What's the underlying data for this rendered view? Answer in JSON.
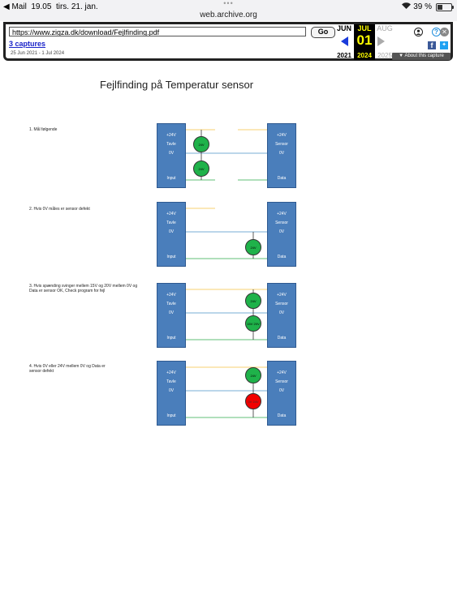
{
  "status_bar": {
    "back_app": "◀ Mail",
    "time": "19.05",
    "date": "tirs. 21. jan.",
    "domain": "web.archive.org",
    "battery": "39 %"
  },
  "wayback": {
    "url": "https://www.zigza.dk/download/Fejlfinding.pdf",
    "go_label": "Go",
    "captures_label": "3 captures",
    "capture_range": "25 Jun 2021 - 1 Jul 2024",
    "prev_month": "JUN",
    "current_month": "JUL",
    "next_month": "AUG",
    "current_day": "01",
    "prev_year": "2021",
    "current_year": "2024",
    "next_year": "2025",
    "about_label": "▼ About this capture"
  },
  "document": {
    "title": "Fejlfinding på Temperatur sensor",
    "steps": [
      {
        "text": "1. Mål følgende",
        "left_box": [
          "+24V",
          "Tavle",
          "0V",
          "Input"
        ],
        "right_box": [
          "+24V",
          "Sensor",
          "0V",
          "Data"
        ],
        "gauges": [
          "24V",
          "24V"
        ]
      },
      {
        "text": "2. Hvis 0V måles er sensor defekt",
        "left_box": [
          "+24V",
          "Tavle",
          "0V",
          "Input"
        ],
        "right_box": [
          "+24V",
          "Sensor",
          "0V",
          "Data"
        ],
        "gauges": [
          "24V"
        ]
      },
      {
        "text": "3. Hvis spænding svinger mellem 15V og 20V mellem 0V og Data er sensor OK, Check program for fejl",
        "left_box": [
          "+24V",
          "Tavle",
          "0V",
          "Input"
        ],
        "right_box": [
          "+24V",
          "Sensor",
          "0V",
          "Data"
        ],
        "gauges": [
          "24V",
          "15V 20V"
        ]
      },
      {
        "text": "4. Hvis 0V eller 24V mellem 0V og Data er sensor defekt",
        "left_box": [
          "+24V",
          "Tavle",
          "0V",
          "Input"
        ],
        "right_box": [
          "+24V",
          "Sensor",
          "0V",
          "Data"
        ],
        "gauges": [
          "24V",
          "0V 24V"
        ]
      }
    ]
  },
  "colors": {
    "box_blue": "#4a7ebb",
    "wire_yellow": "#f5c242",
    "wire_blue": "#4a90c8",
    "wire_green": "#2eaa4a",
    "gauge_green": "#1fb24a",
    "gauge_red": "#f20000"
  }
}
